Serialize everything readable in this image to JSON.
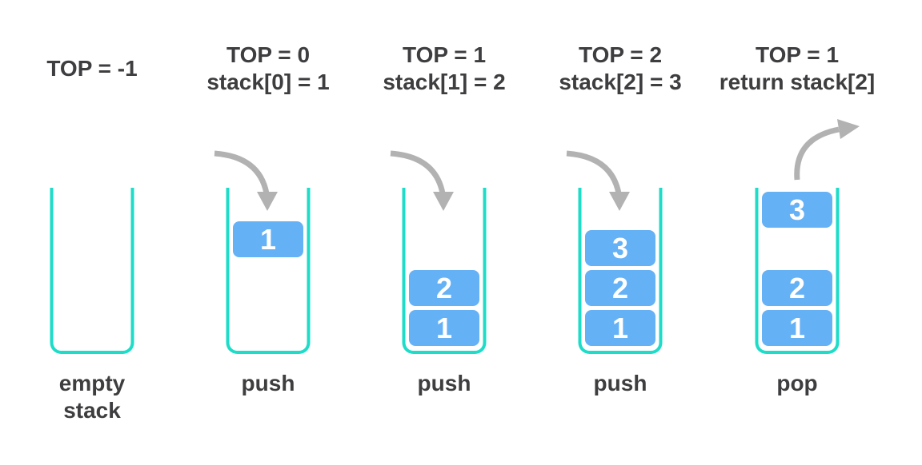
{
  "colors": {
    "container_teal": "#1ddcc8",
    "block_blue": "#65b1f6",
    "block_text": "#ffffff",
    "arrow_gray": "#b2b2b2",
    "text_dark": "#3e3e40"
  },
  "stages": [
    {
      "title_lines": [
        "TOP = -1"
      ],
      "operation": "none",
      "blocks": [],
      "label": "empty stack"
    },
    {
      "title_lines": [
        "TOP = 0",
        "stack[0] = 1"
      ],
      "operation": "push",
      "blocks": [
        "1"
      ],
      "label": "push"
    },
    {
      "title_lines": [
        "TOP = 1",
        "stack[1] = 2"
      ],
      "operation": "push",
      "blocks": [
        "2",
        "1"
      ],
      "label": "push"
    },
    {
      "title_lines": [
        "TOP = 2",
        "stack[2] = 3"
      ],
      "operation": "push",
      "blocks": [
        "3",
        "2",
        "1"
      ],
      "label": "push"
    },
    {
      "title_lines": [
        "TOP = 1",
        "return stack[2]"
      ],
      "operation": "pop",
      "blocks": [
        "3",
        "2",
        "1"
      ],
      "label": "pop"
    }
  ]
}
